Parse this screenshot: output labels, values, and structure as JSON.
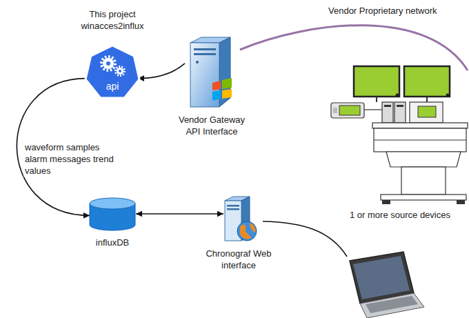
{
  "diagram": {
    "nodes": [
      {
        "text": [
          "This project winacces2influx",
          "api"
        ]
      },
      {
        "text": [
          "Vendor Gateway API Interface"
        ]
      },
      {
        "text": [
          "1 or more source devices"
        ]
      },
      {
        "text": [
          "influxDB"
        ]
      },
      {
        "text": [
          "Chronograf Web interface"
        ]
      }
    ],
    "edges": [
      {
        "from": 1,
        "to": 0,
        "arrow": "to"
      },
      {
        "from": 0,
        "to": 3,
        "arrow": "to",
        "label": "waveform samples alarm messages trend values"
      },
      {
        "from": 3,
        "to": 4,
        "arrow": "both"
      },
      {
        "from": 1,
        "to": 2,
        "arrow": "none",
        "label": "Vendor Proprietary network"
      }
    ]
  }
}
